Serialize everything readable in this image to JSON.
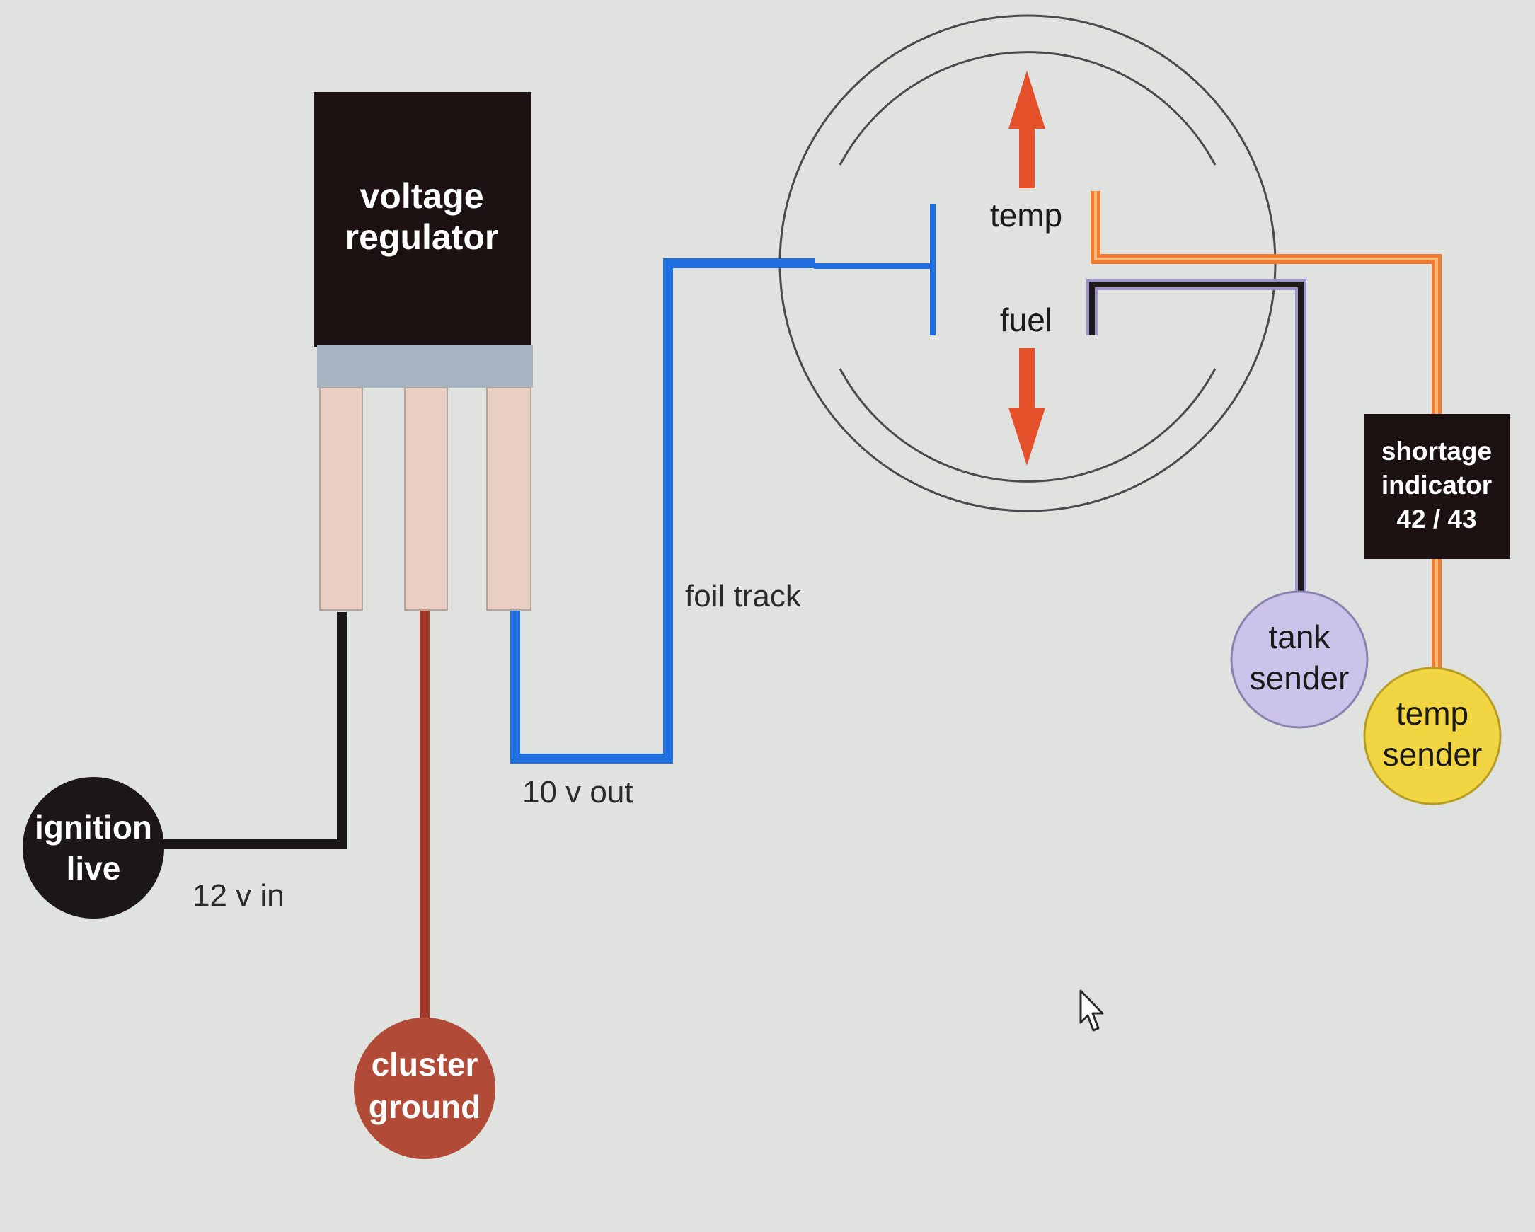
{
  "regulator": {
    "line1": "voltage",
    "line2": "regulator"
  },
  "labels": {
    "v_in": "12 v in",
    "v_out": "10 v out",
    "foil_track": "foil track"
  },
  "gauge": {
    "temp": "temp",
    "fuel": "fuel"
  },
  "shortage_indicator": {
    "line1": "shortage",
    "line2": "indicator",
    "line3": "42 / 43"
  },
  "nodes": {
    "ignition": {
      "line1": "ignition",
      "line2": "live"
    },
    "ground": {
      "line1": "cluster",
      "line2": "ground"
    },
    "tank": {
      "line1": "tank",
      "line2": "sender"
    },
    "temp": {
      "line1": "temp",
      "line2": "sender"
    }
  },
  "colors": {
    "background": "#dfe2de",
    "regulator_body": "#1c1211",
    "heatsink_band": "#a6b4c2",
    "pins": "#e9cfc3",
    "wire_ignition": "#1b1716",
    "wire_ground": "#a33a2a",
    "wire_foil_track": "#1f6fe0",
    "wire_temp": "#f07b2f",
    "wire_fuel": "#1f1a1a",
    "gauge_arrow": "#e4502a",
    "tank_sender": "#cbc3ea",
    "temp_sender": "#f1d542",
    "ignition_node": "#1b1716",
    "ground_node": "#b24a38"
  },
  "icons": [
    "cursor-arrow-icon",
    "arrow-up-icon",
    "arrow-down-icon"
  ]
}
